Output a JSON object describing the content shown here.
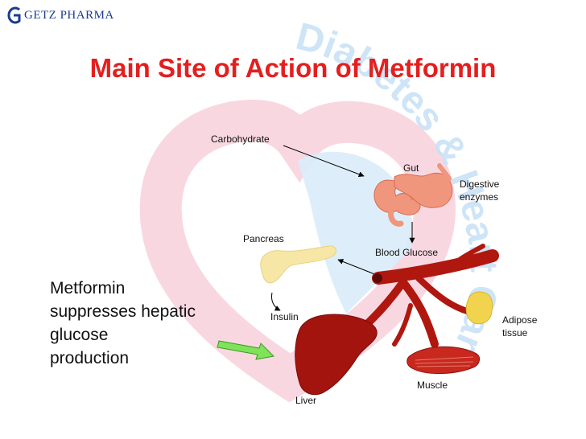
{
  "logo": {
    "text": "GETZ PHARMA",
    "icon": "getz-logo-icon"
  },
  "watermark": {
    "text": "Diabetes & Heart Care",
    "color": "#3a8fd8"
  },
  "title": "Main Site of Action of Metformin",
  "labels": {
    "carbohydrate": "Carbohydrate",
    "gut": "Gut",
    "digestive_enzymes_1": "Digestive",
    "digestive_enzymes_2": "enzymes",
    "pancreas": "Pancreas",
    "blood_glucose": "Blood Glucose",
    "insulin": "Insulin",
    "adipose_1": "Adipose",
    "adipose_2": "tissue",
    "liver": "Liver",
    "muscle": "Muscle"
  },
  "note": {
    "line1": "Metformin",
    "line2": "suppresses hepatic",
    "line3": "glucose",
    "line4": "production"
  },
  "colors": {
    "title": "#e41f1f",
    "arrow": "#7fe35a",
    "liver": "#a4140f",
    "vessel": "#b0170f",
    "gut": "#f0967c",
    "pancreas": "#f6e7a6",
    "adipose": "#f2d34e",
    "muscle": "#c8281e"
  }
}
